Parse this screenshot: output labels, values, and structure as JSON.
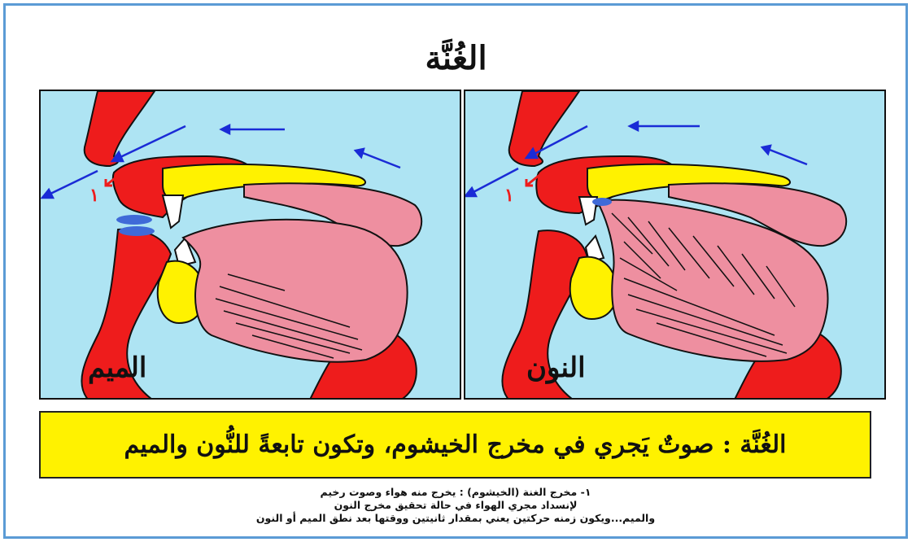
{
  "title": "الغُنَّة",
  "panels": {
    "left": {
      "label": "الميم"
    },
    "right": {
      "label": "النون"
    }
  },
  "arrow_marker": "١",
  "definition": "الغُنَّة : صوتٌ يَجري في مخرج الخيشوم، وتكون تابعةً للنُّون والميم",
  "notes": [
    "١- مخرج الغنة (الخيشوم) : يخرج منه هواء وصوت رخيم",
    "لإنسداد مجري الهواء في حالة تحقيق مخرج النون",
    "والميم...ويكون زمنه حركتين يعني بمقدار ثانيتين  ووقتها بعد نطق الميم أو النون"
  ],
  "colors": {
    "sky": "#aee4f3",
    "lips_throat": "#ee1c1c",
    "palate": "#fff200",
    "tongue": "#ee8fa0",
    "contact": "#3f6ad8",
    "airflow": "#1a2bd6",
    "definition_bg": "#fff200",
    "frame": "#5b9bd5"
  },
  "icons": [
    "airflow-arrow-icon",
    "nasal-exit-arrow-icon"
  ]
}
